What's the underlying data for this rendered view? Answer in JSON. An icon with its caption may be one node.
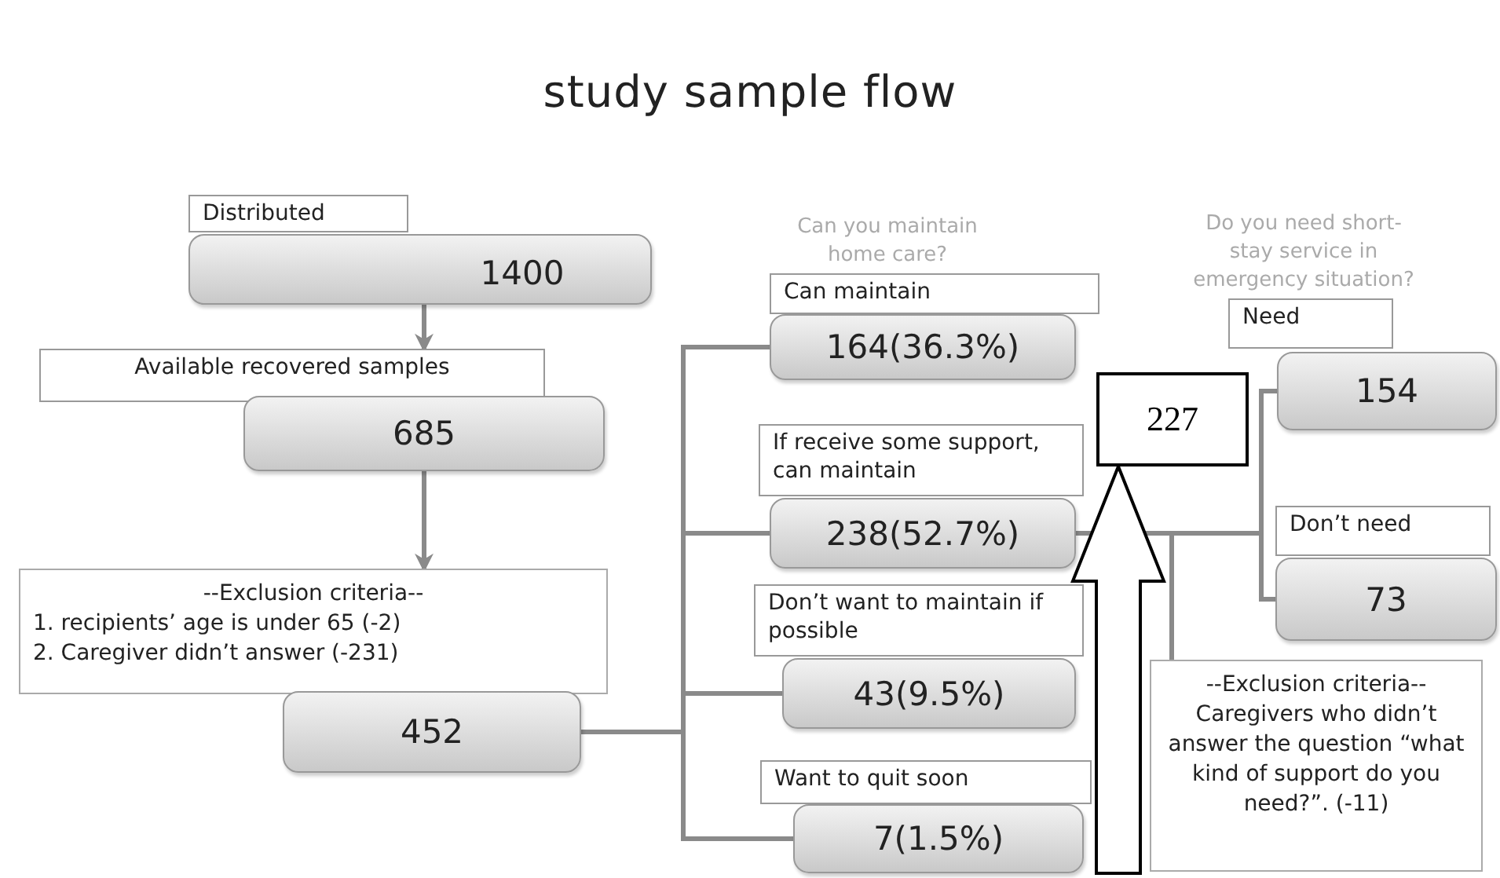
{
  "diagram": {
    "title": "study sample flow",
    "nodes": [
      {
        "text": [
          "Distributed"
        ]
      },
      {
        "text": [
          "1400"
        ]
      },
      {
        "text": [
          "Available recovered samples"
        ]
      },
      {
        "text": [
          "685"
        ]
      },
      {
        "text": [
          "--Exclusion criteria--",
          "1. recipients’ age is under 65 (-2)",
          "2. Caregiver didn’t answer (-231)"
        ]
      },
      {
        "text": [
          "452"
        ]
      },
      {
        "text": [
          "Can maintain"
        ]
      },
      {
        "text": [
          "164(36.3%)"
        ]
      },
      {
        "text": [
          "If receive some support, can maintain"
        ]
      },
      {
        "text": [
          "238(52.7%)"
        ]
      },
      {
        "text": [
          "Don’t want to maintain if possible"
        ]
      },
      {
        "text": [
          "43(9.5%)"
        ]
      },
      {
        "text": [
          "Want to quit soon"
        ]
      },
      {
        "text": [
          "7(1.5%)"
        ]
      },
      {
        "text": [
          "227"
        ]
      },
      {
        "text": [
          "Need"
        ]
      },
      {
        "text": [
          "154"
        ]
      },
      {
        "text": [
          "Don’t need"
        ]
      },
      {
        "text": [
          "73"
        ]
      },
      {
        "text": [
          "--Exclusion criteria--",
          "Caregivers who didn’t answer the question “what kind of support do you need?”. (-11)"
        ]
      }
    ],
    "edges": [
      {
        "from": 1,
        "to": 2,
        "arrow": "to"
      },
      {
        "from": 3,
        "to": 4,
        "arrow": "to"
      },
      {
        "from": 5,
        "to": 7,
        "arrow": "none"
      },
      {
        "from": 5,
        "to": 9,
        "arrow": "none"
      },
      {
        "from": 5,
        "to": 11,
        "arrow": "none"
      },
      {
        "from": 5,
        "to": 13,
        "arrow": "none"
      },
      {
        "from": 9,
        "to": 16,
        "arrow": "none"
      },
      {
        "from": 9,
        "to": 18,
        "arrow": "none"
      },
      {
        "from": 9,
        "to": 19,
        "arrow": "none"
      },
      {
        "from": null,
        "to": 14,
        "arrow": "to",
        "style": "thick",
        "color": "#000000"
      }
    ],
    "labels": [
      "Can you maintain home care?",
      "Do you need short-stay service in emergency situation?"
    ]
  }
}
